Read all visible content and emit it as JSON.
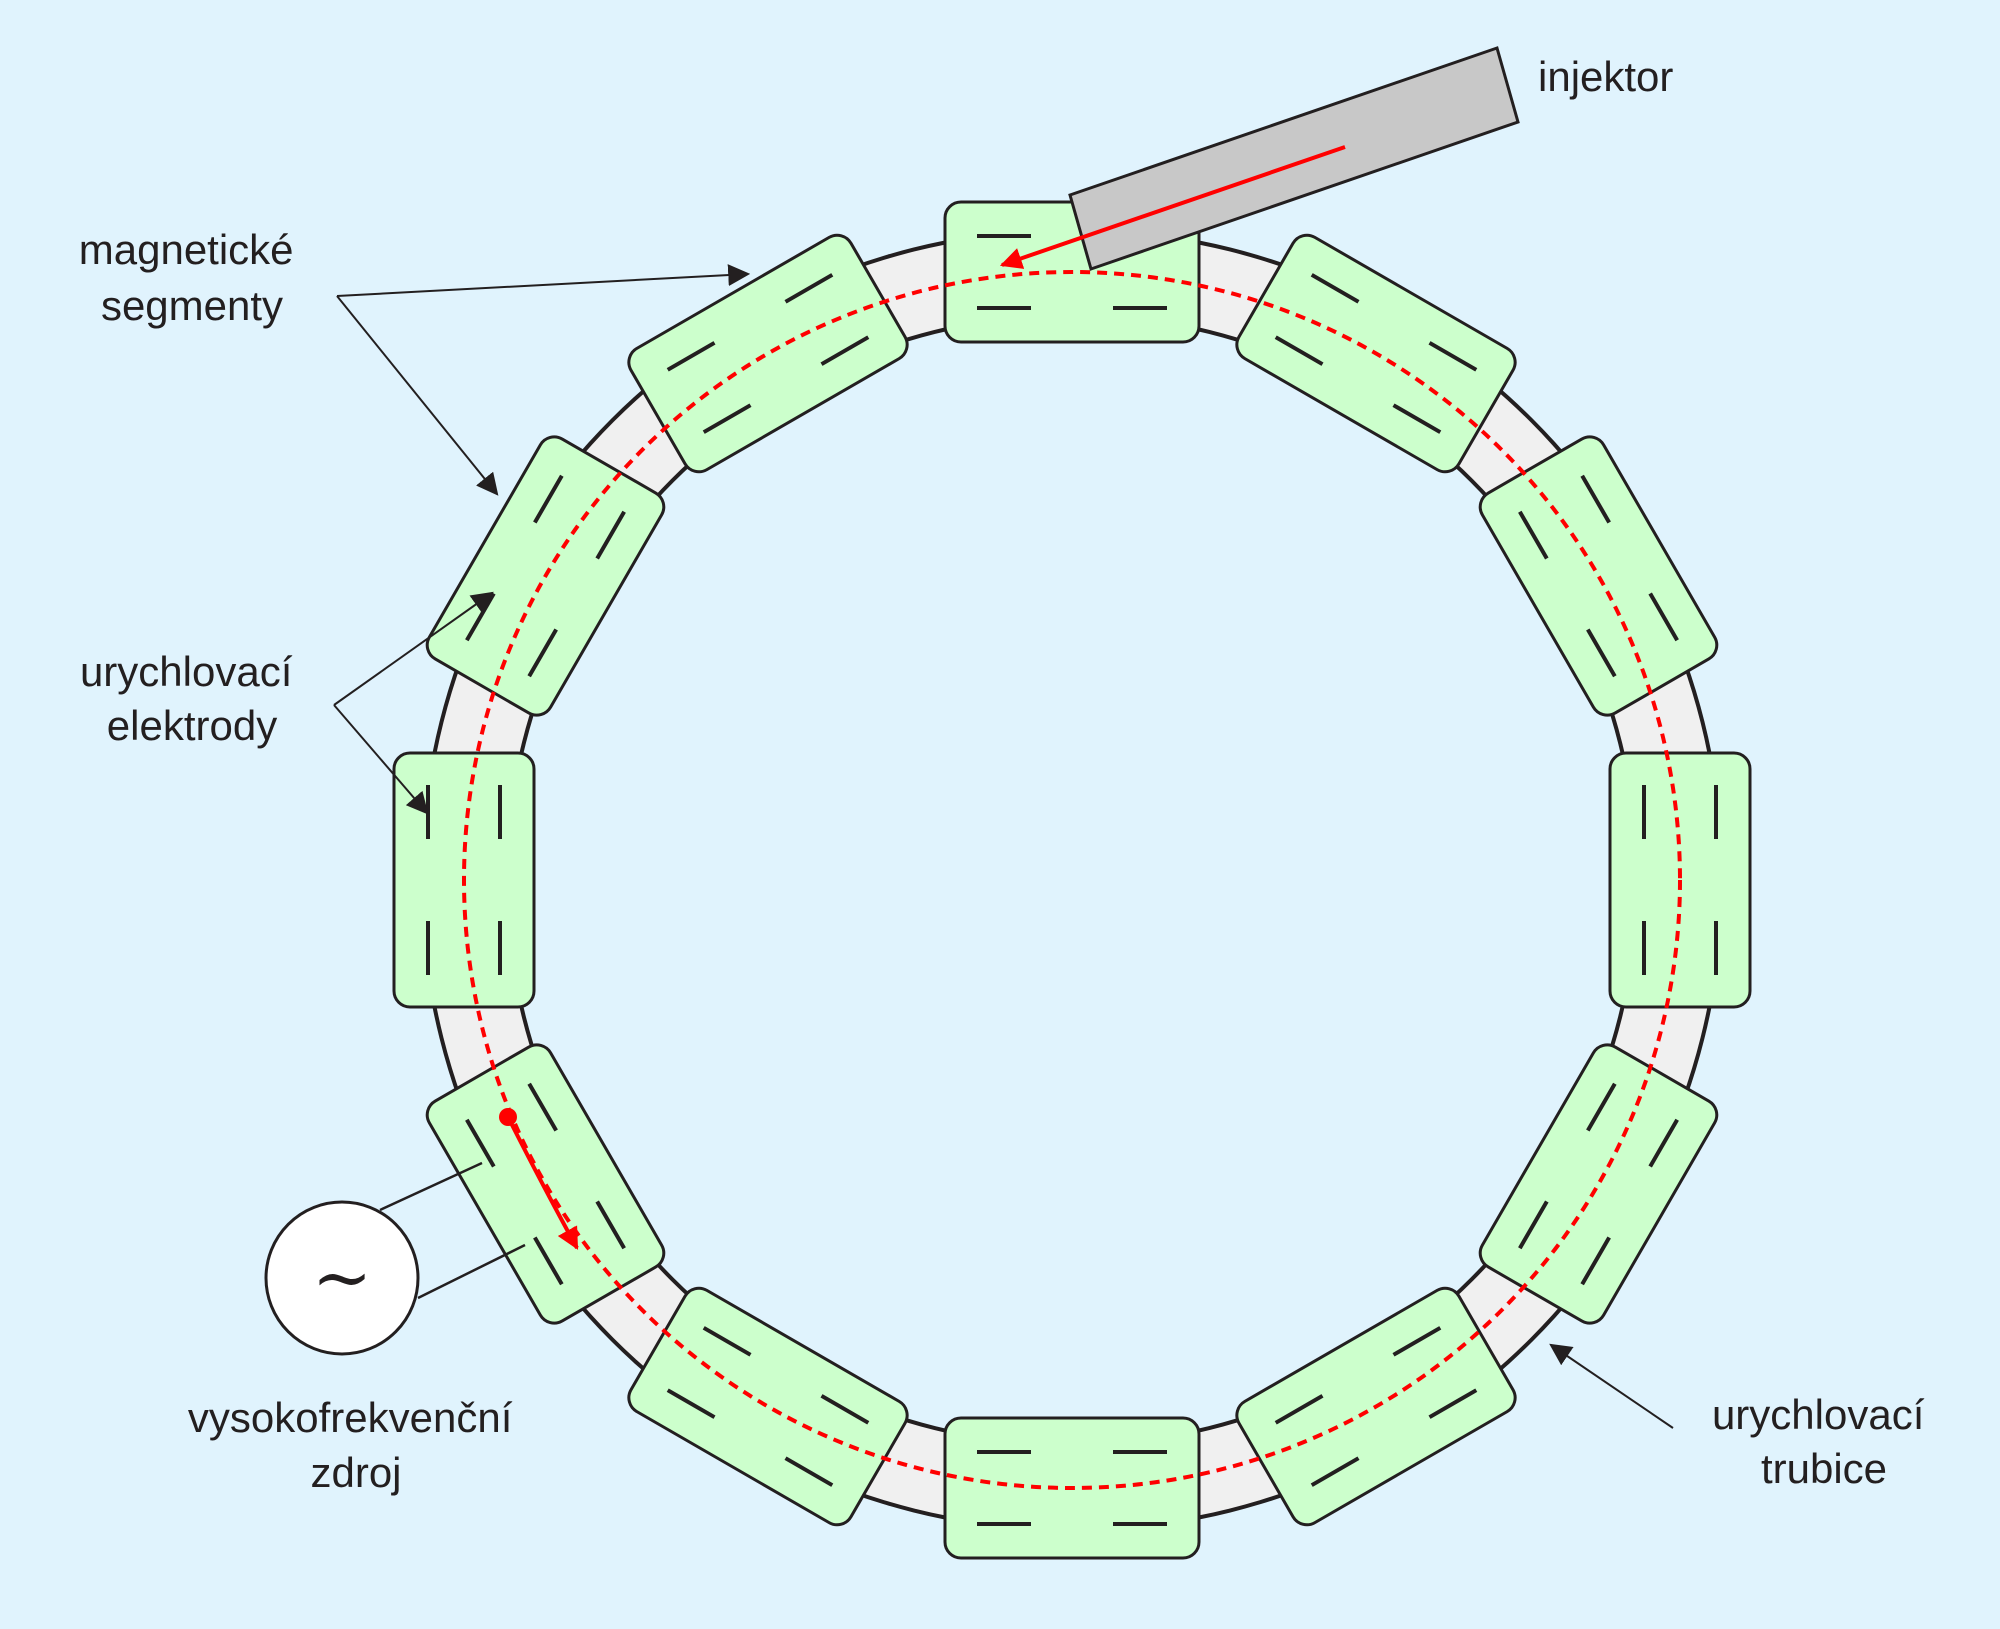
{
  "labels": {
    "injector": "injektor",
    "magnetic_segments": [
      "magnetické",
      "segmenty"
    ],
    "electrodes": [
      "urychlovací",
      "elektrody"
    ],
    "tube": [
      "urychlovací",
      "trubice"
    ],
    "hf_source": [
      "vysokofrekvenční",
      "zdroj"
    ],
    "ac_symbol": "~"
  },
  "colors": {
    "background": "#e0f3fd",
    "segment_fill": "#ccffcc",
    "tube_fill": "#f0f0f0",
    "injector_fill": "#c8c8c8",
    "beam": "#ff0000",
    "outline": "#231f20"
  },
  "ring": {
    "segment_count": 12
  }
}
